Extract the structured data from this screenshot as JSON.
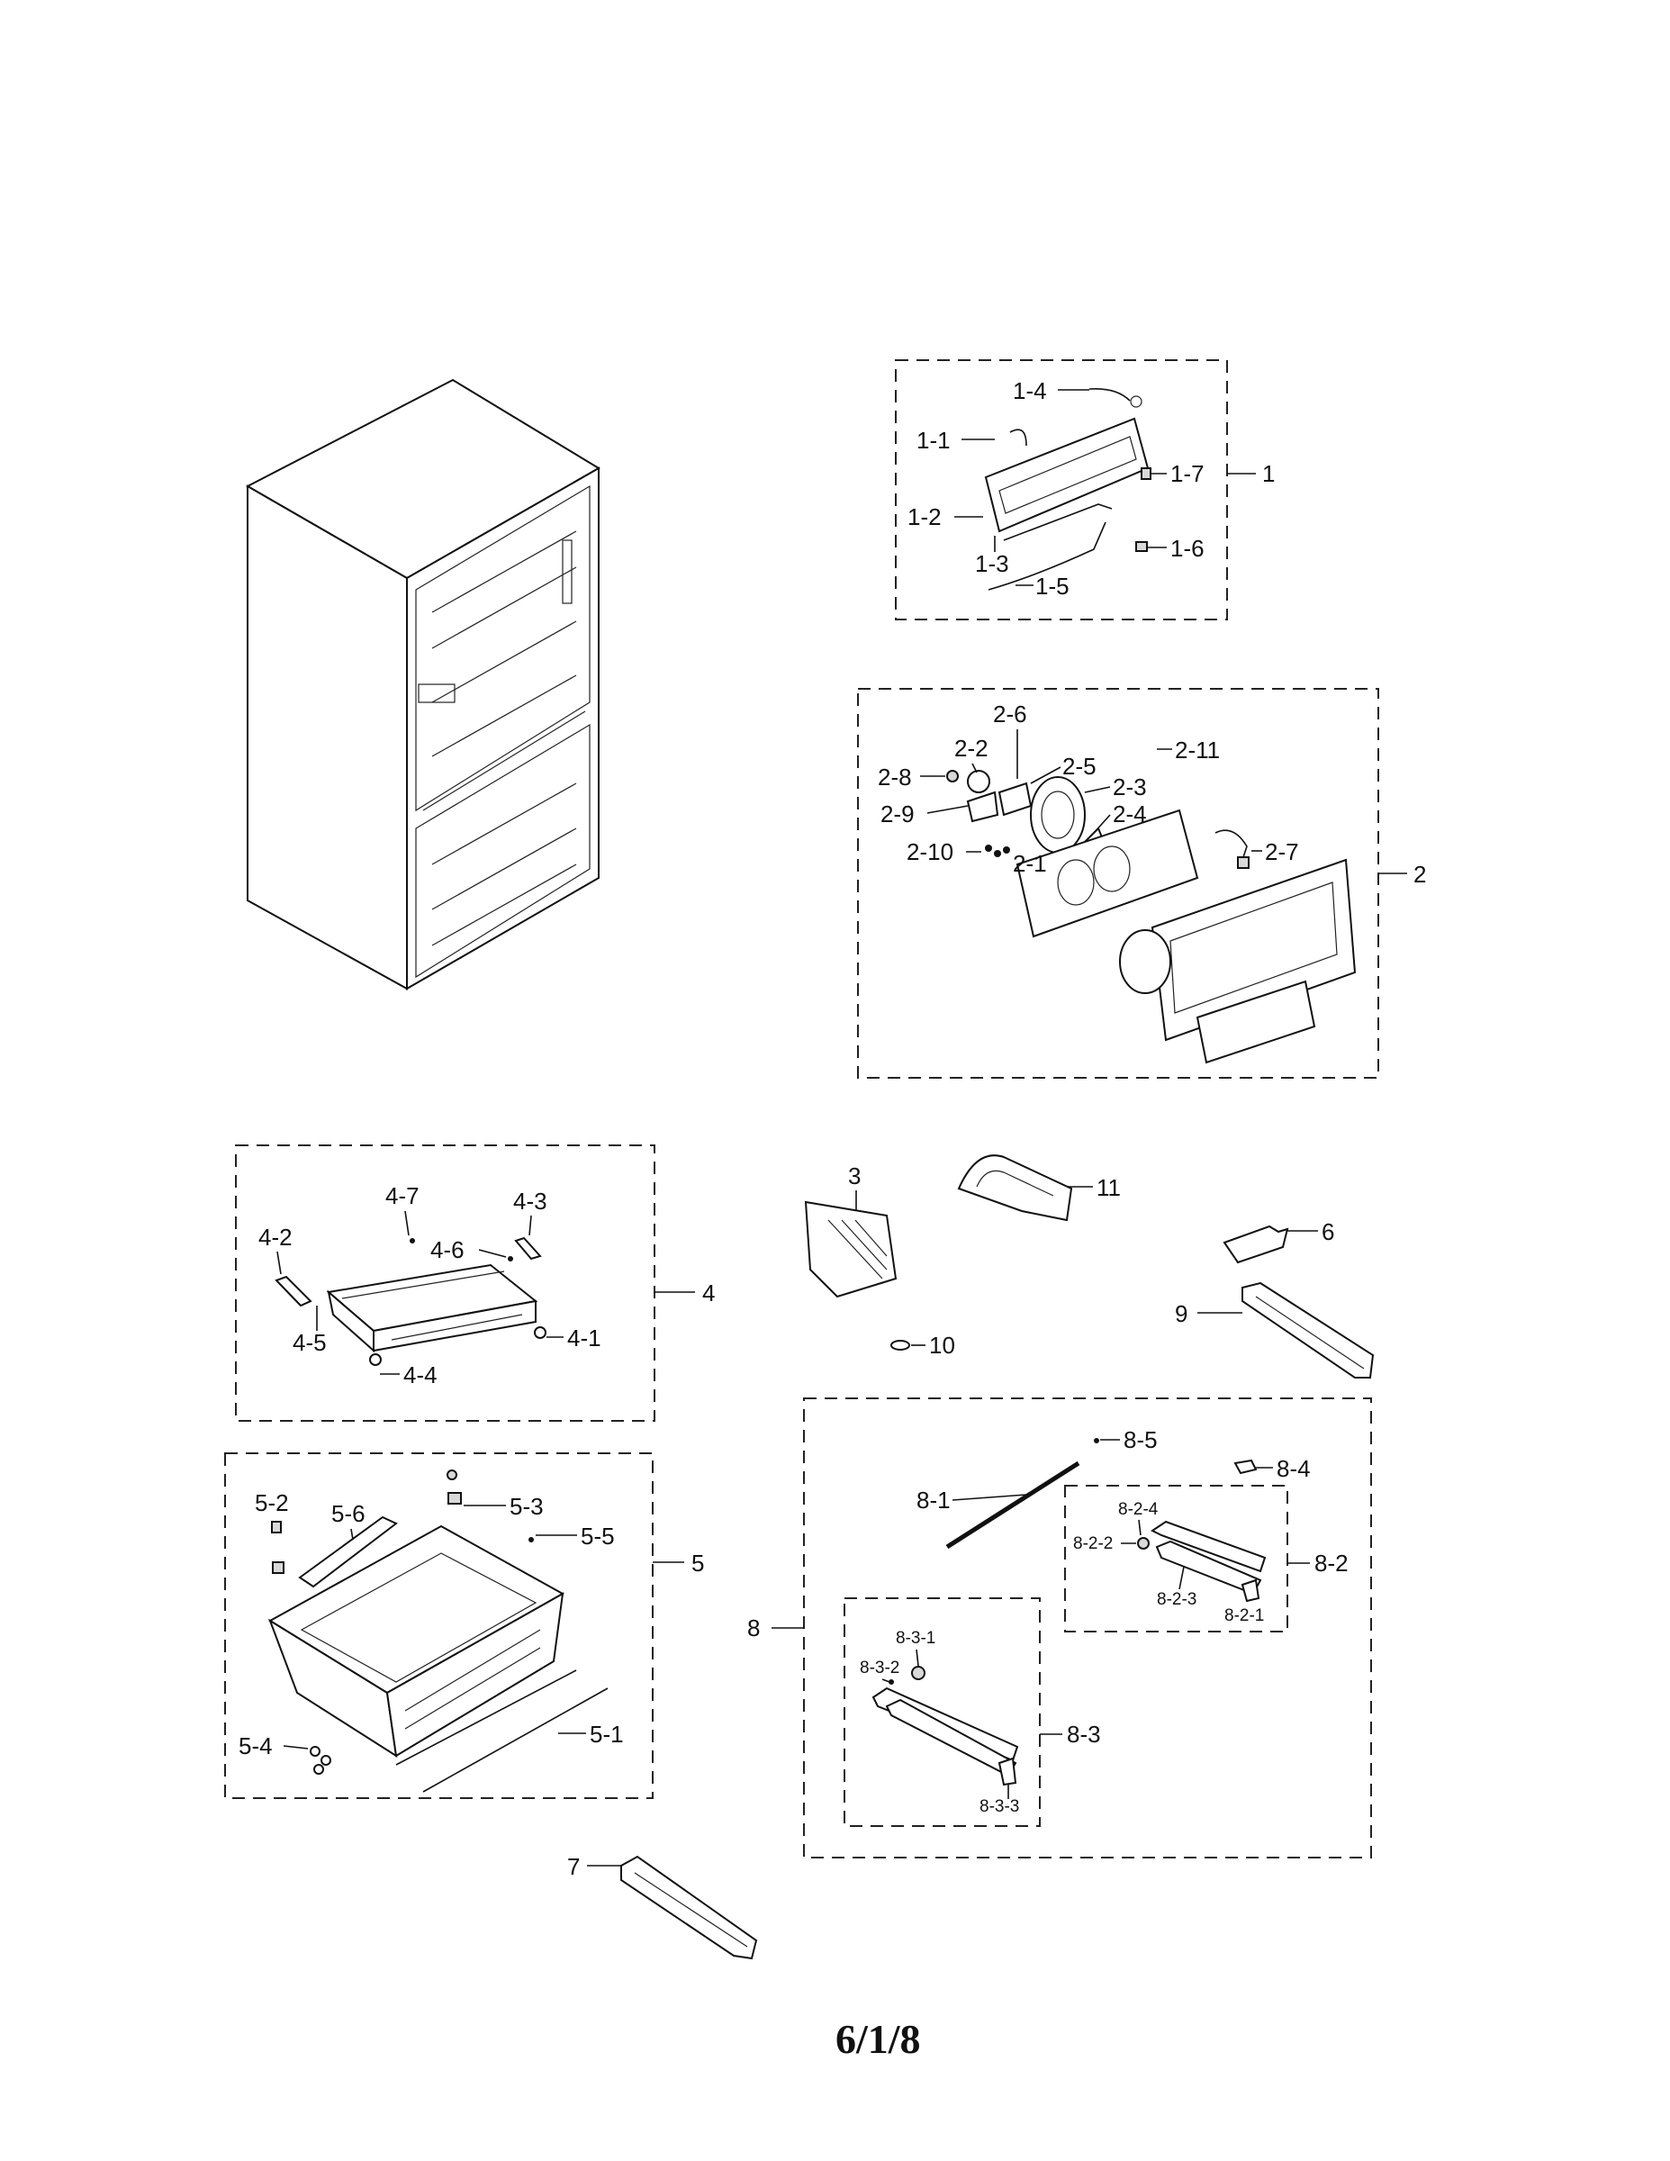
{
  "page_number": "6/1/8",
  "groups": {
    "g1": {
      "label": "1",
      "parts": [
        "1-1",
        "1-2",
        "1-3",
        "1-4",
        "1-5",
        "1-6",
        "1-7"
      ]
    },
    "g2": {
      "label": "2",
      "parts": [
        "2-1",
        "2-2",
        "2-3",
        "2-4",
        "2-5",
        "2-6",
        "2-7",
        "2-8",
        "2-9",
        "2-10",
        "2-11"
      ]
    },
    "g4": {
      "label": "4",
      "parts": [
        "4-1",
        "4-2",
        "4-3",
        "4-4",
        "4-5",
        "4-6",
        "4-7"
      ]
    },
    "g5": {
      "label": "5",
      "parts": [
        "5-1",
        "5-2",
        "5-3",
        "5-4",
        "5-5",
        "5-6"
      ]
    },
    "g8": {
      "label": "8",
      "parts": [
        "8-1",
        "8-4",
        "8-5"
      ]
    },
    "g82": {
      "label": "8-2",
      "parts": [
        "8-2-1",
        "8-2-2",
        "8-2-3",
        "8-2-4"
      ]
    },
    "g83": {
      "label": "8-3",
      "parts": [
        "8-3-1",
        "8-3-2",
        "8-3-3"
      ]
    }
  },
  "standalone": {
    "p3": "3",
    "p6": "6",
    "p7": "7",
    "p9": "9",
    "p10": "10",
    "p11": "11"
  }
}
